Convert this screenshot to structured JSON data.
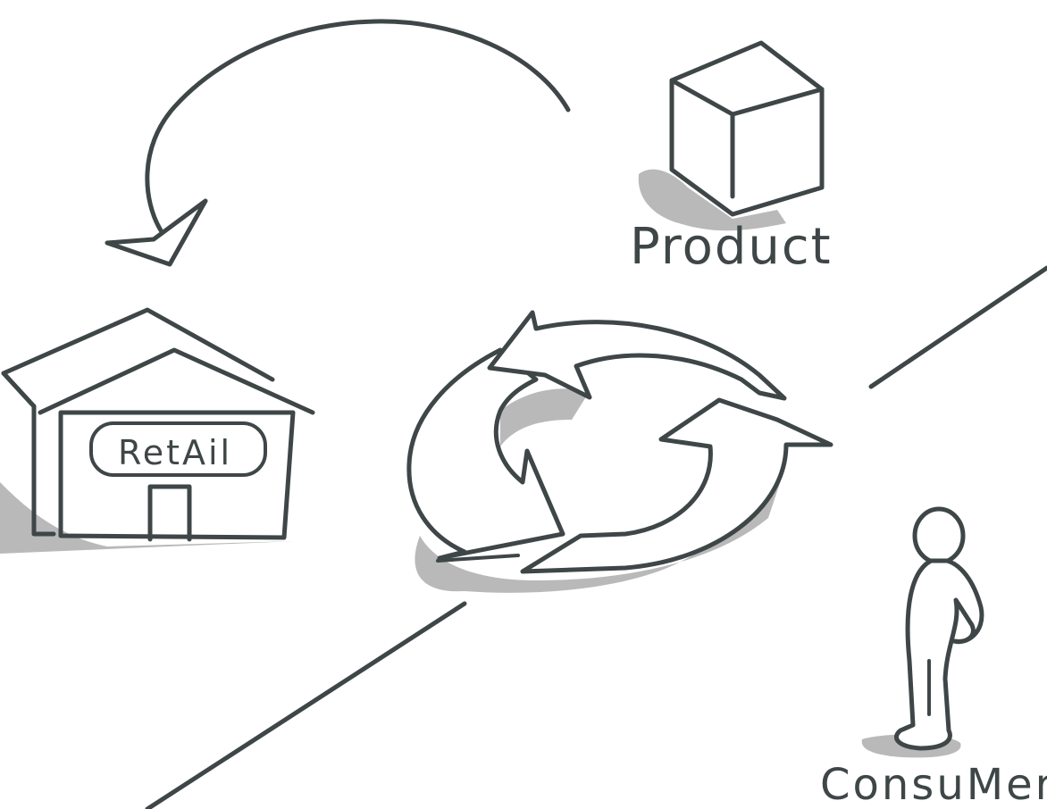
{
  "labels": {
    "product": "Product",
    "retail": "RetAil",
    "consumer": "ConsuMer"
  },
  "colors": {
    "ink": "#3f4647",
    "shade": "#b9b9b9",
    "background": "#ffffff"
  },
  "icons": [
    "curved-arrow-icon",
    "box-icon",
    "store-icon",
    "cycle-arrows-icon",
    "person-icon"
  ]
}
